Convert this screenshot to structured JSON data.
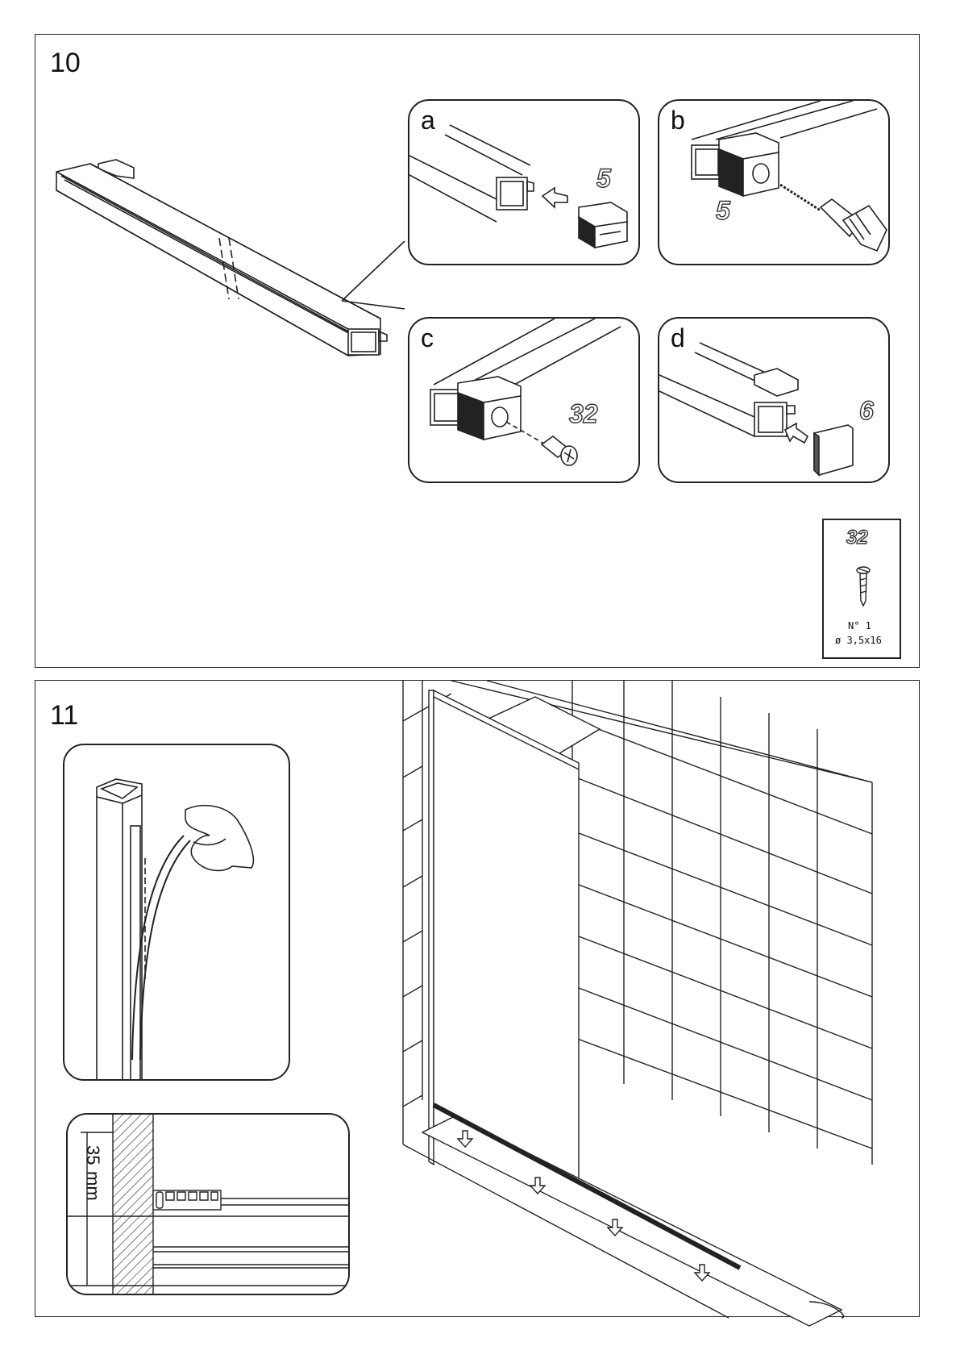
{
  "step10": {
    "number": "10",
    "panels": {
      "a": {
        "label": "a",
        "part": "5"
      },
      "b": {
        "label": "b",
        "part": "5"
      },
      "c": {
        "label": "c",
        "part": "32"
      },
      "d": {
        "label": "d",
        "part": "6"
      }
    },
    "legend": {
      "part": "32",
      "qty": "N° 1",
      "size": "ø 3,5x16"
    }
  },
  "step11": {
    "number": "11",
    "dimension_value": "35",
    "dimension_unit": "mm"
  }
}
